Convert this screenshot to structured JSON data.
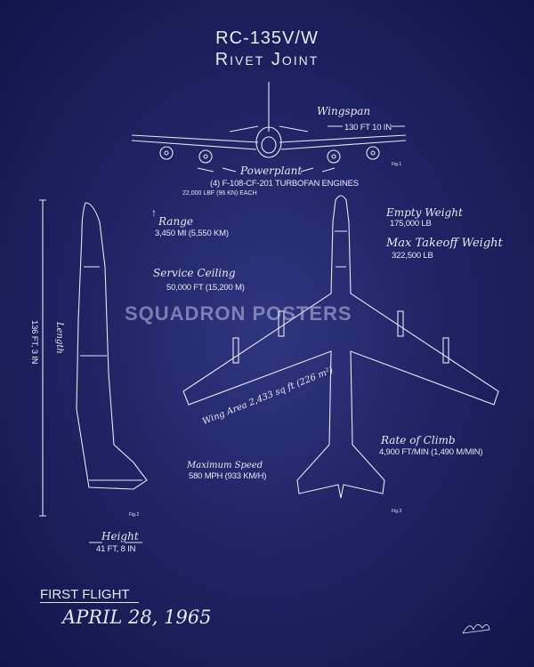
{
  "title": {
    "model": "RC-135V/W",
    "name": "Rivet Joint"
  },
  "wingspan": {
    "label": "Wingspan",
    "value": "130 FT 10 IN"
  },
  "powerplant": {
    "label": "Powerplant",
    "engines": "(4)  F-108-CF-201 TURBOFAN ENGINES",
    "thrust": "22,000 LBF (96 KN) EACH"
  },
  "range": {
    "label": "Range",
    "value": "3,450 MI (5,550 KM)"
  },
  "service_ceiling": {
    "label": "Service Ceiling",
    "value": "50,000 FT (15,200 M)"
  },
  "empty_weight": {
    "label": "Empty Weight",
    "value": "175,000 LB"
  },
  "max_takeoff_weight": {
    "label": "Max Takeoff Weight",
    "value": "322,500 LB"
  },
  "length": {
    "label": "Length",
    "value": "136 FT, 3 IN"
  },
  "wing_area": {
    "label": "Wing Area 2,433 sq ft (226 m²)"
  },
  "rate_of_climb": {
    "label": "Rate of Climb",
    "value": "4,900 FT/MIN (1,490 M/MIN)"
  },
  "max_speed": {
    "label": "Maximum Speed",
    "value": "580 MPH (933 KM/H)"
  },
  "height": {
    "label": "Height",
    "value": "41 FT, 8 IN"
  },
  "figs": [
    "Fig.1",
    "Fig.2",
    "Fig.3"
  ],
  "first_flight": {
    "label": "FIRST FLIGHT",
    "date": "APRIL 28, 1965"
  },
  "watermark": "SQUADRON POSTERS"
}
